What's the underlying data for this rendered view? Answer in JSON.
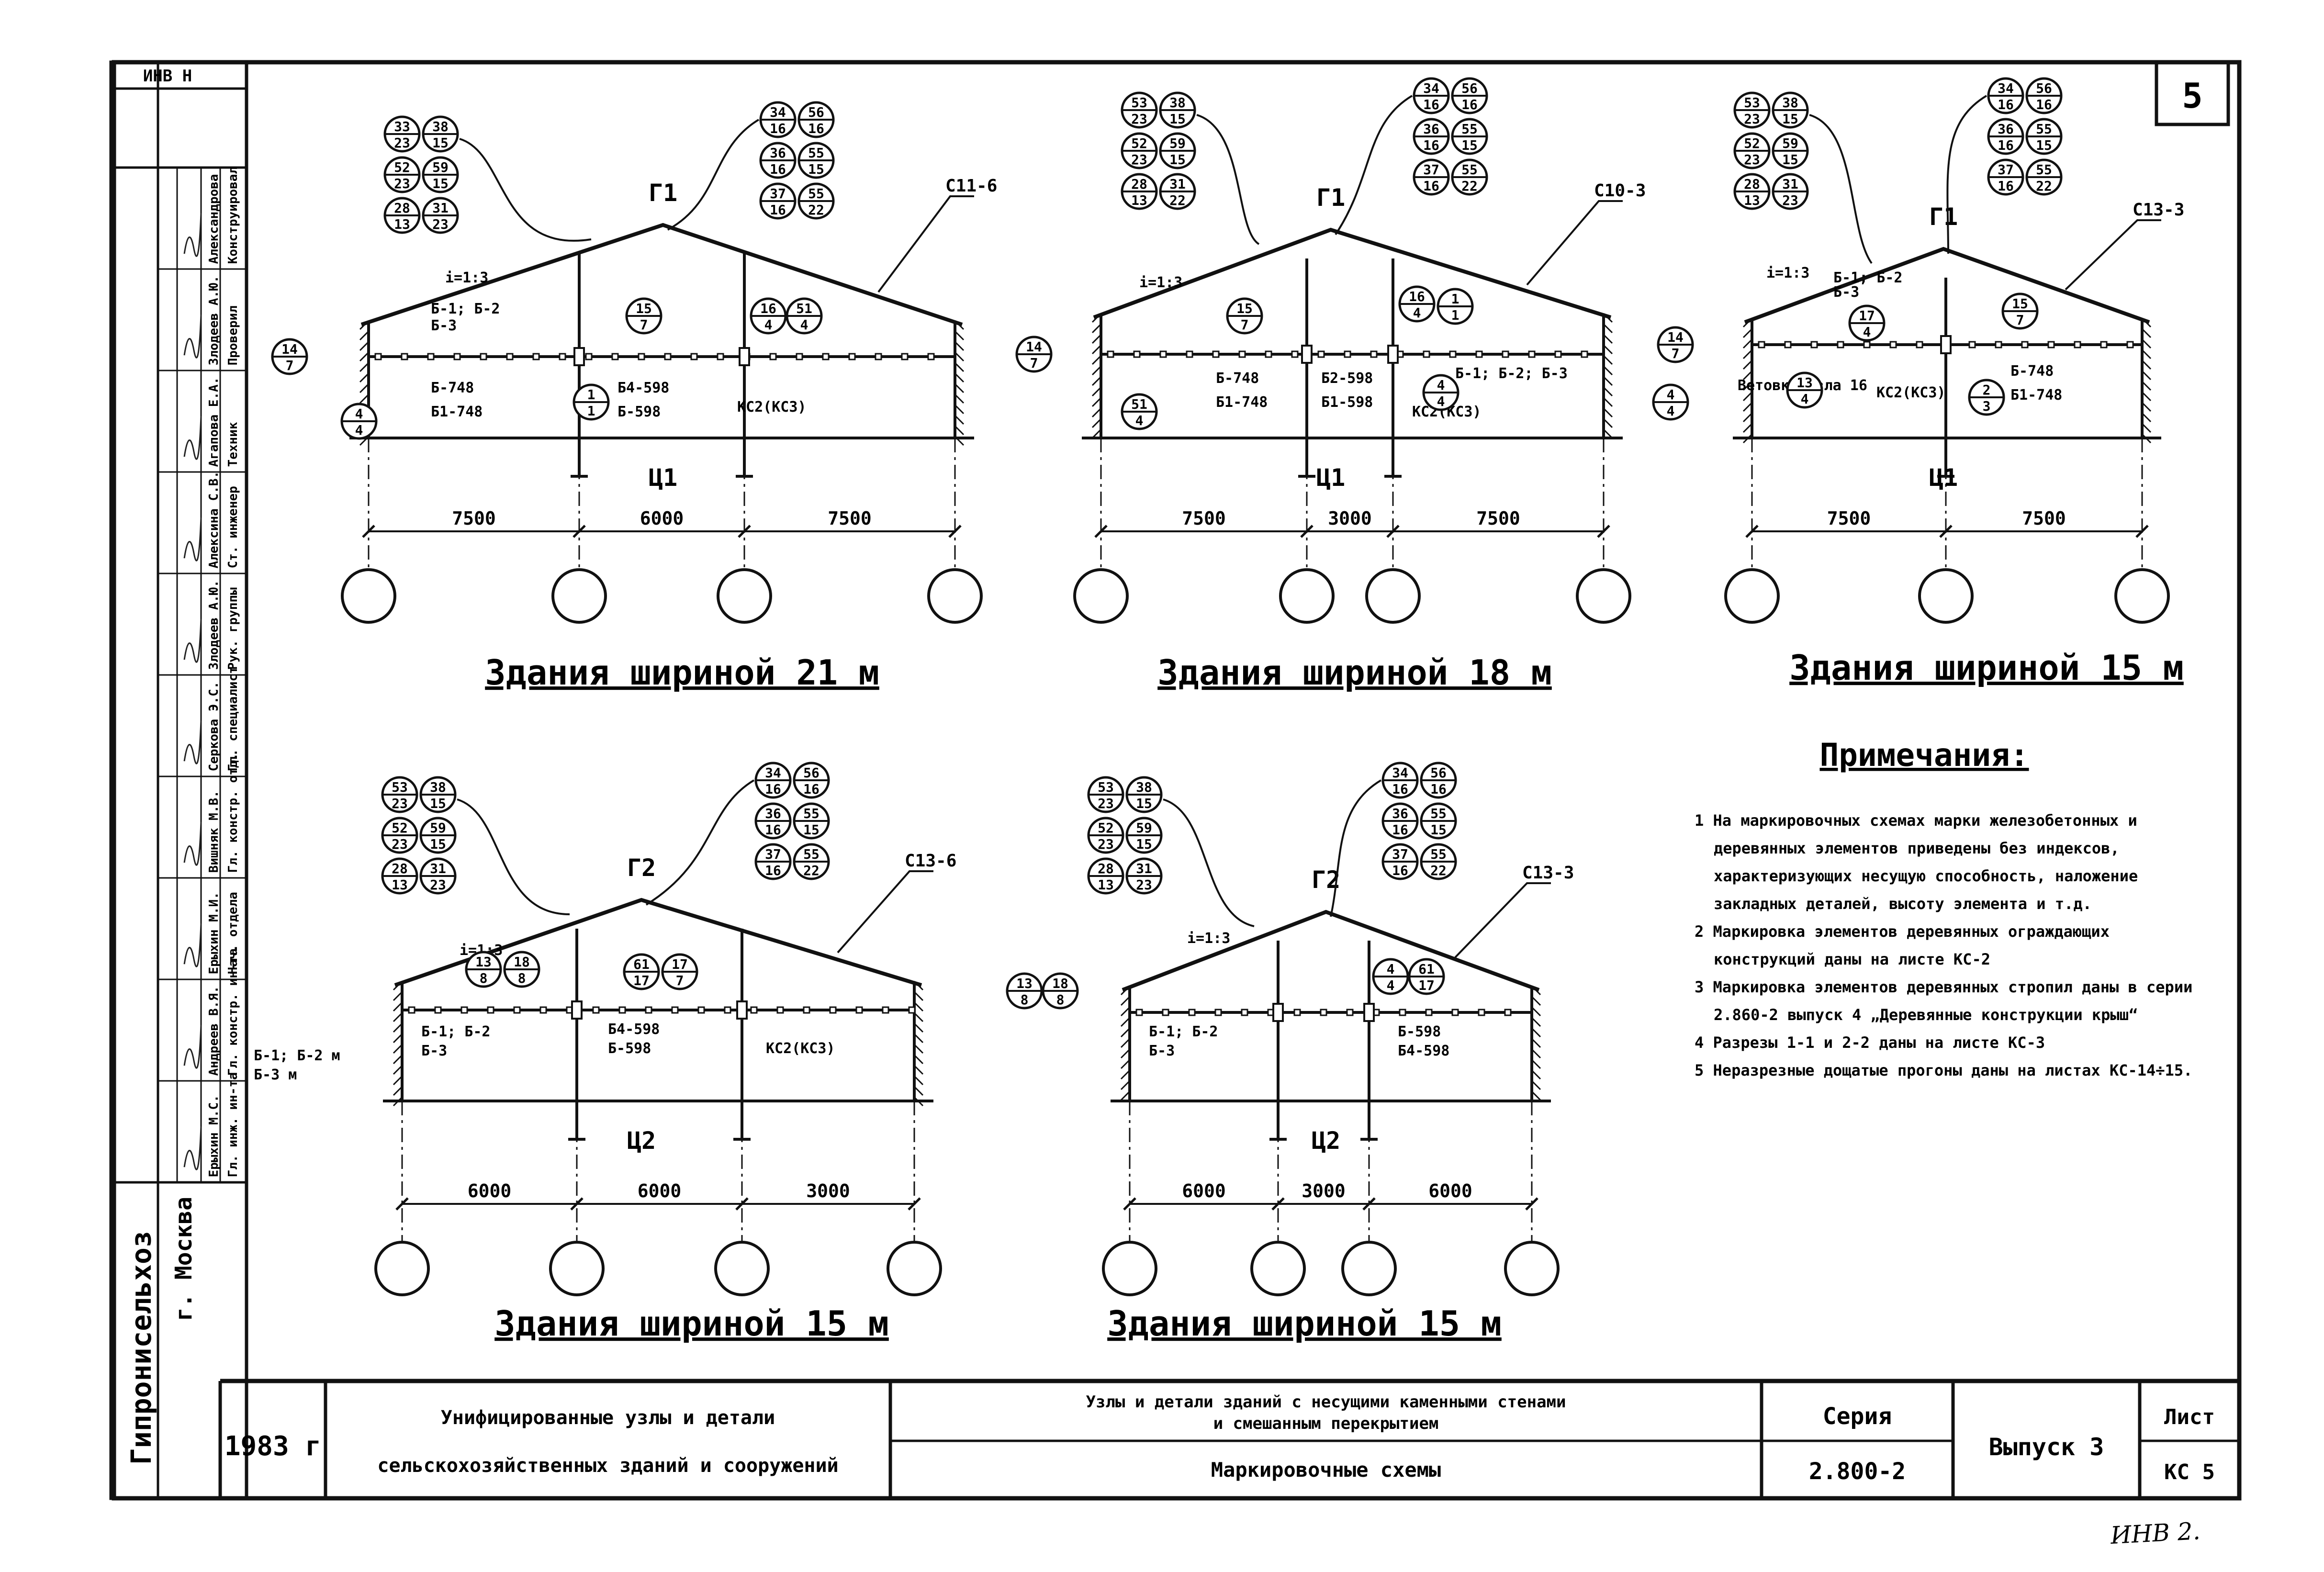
{
  "sheet": {
    "number": "5",
    "inv_label": "ИНВ Н",
    "handwritten": "ИНВ 2.",
    "org": "Гипронисельхоз",
    "city": "г. Москва",
    "year": "1983 г",
    "title_left_1": "Унифицированные узлы и детали",
    "title_left_2": "сельскохозяйственных зданий и сооружений",
    "title_mid_1": "Узлы и детали зданий с несущими каменными стенами",
    "title_mid_2": "и смешанным перекрытием",
    "title_mid_3": "Маркировочные схемы",
    "series_label": "Серия",
    "series_value": "2.800-2",
    "issue": "Выпуск 3",
    "list_label": "Лист",
    "list_value": "КС 5"
  },
  "stamp_roles": [
    "Гл. инж. ин-та",
    "Гл. констр. ин-та",
    "Нач. отдела",
    "Гл. констр. отд.",
    "Гл. специалист",
    "Рук. группы",
    "Ст. инженер",
    "Техник",
    "Проверил",
    "Конструировал"
  ],
  "stamp_names": [
    "Ерыхин М.С.",
    "Андреев В.Я.",
    "Ерыхин М.И.",
    "Вишняк М.В.",
    "Серкова Э.С.",
    "Злодеев А.Ю.",
    "Алексина С.В.",
    "Агапова Е.А.",
    "Злодеев А.Ю.",
    "Александрова"
  ],
  "diagrams": [
    {
      "title": "Здания шириной 21 м",
      "dims": [
        "7500",
        "6000",
        "7500"
      ],
      "section": "1",
      "roof_mark": "С11-6",
      "labels": [
        "Б-748",
        "Б1-748",
        "Б4-598",
        "Б-598",
        "КС2(КС3)",
        "i=1:3",
        "Б-1; Б-2",
        "Б-3"
      ],
      "callouts": [
        [
          "33",
          "23"
        ],
        [
          "38",
          "15"
        ],
        [
          "52",
          "23"
        ],
        [
          "59",
          "15"
        ],
        [
          "28",
          "13"
        ],
        [
          "31",
          "23"
        ],
        [
          "34",
          "16"
        ],
        [
          "56",
          "16"
        ],
        [
          "36",
          "16"
        ],
        [
          "55",
          "15"
        ],
        [
          "37",
          "16"
        ],
        [
          "55",
          "22"
        ],
        [
          "15",
          "7"
        ],
        [
          "16",
          "4"
        ],
        [
          "51",
          "4"
        ],
        [
          "14",
          "7"
        ],
        [
          "4",
          "4"
        ],
        [
          "1",
          "1"
        ]
      ]
    },
    {
      "title": "Здания шириной 18 м",
      "dims": [
        "7500",
        "3000",
        "7500"
      ],
      "section": "1",
      "roof_mark": "С10-3",
      "labels": [
        "Б-748",
        "Б1-748",
        "Б2-598",
        "Б1-598",
        "КС2(КС3)",
        "i=1:3",
        "Б-1; Б-2; Б-3"
      ],
      "callouts": [
        [
          "53",
          "23"
        ],
        [
          "38",
          "15"
        ],
        [
          "52",
          "23"
        ],
        [
          "59",
          "15"
        ],
        [
          "28",
          "13"
        ],
        [
          "31",
          "22"
        ],
        [
          "34",
          "16"
        ],
        [
          "56",
          "16"
        ],
        [
          "36",
          "16"
        ],
        [
          "55",
          "15"
        ],
        [
          "37",
          "16"
        ],
        [
          "55",
          "22"
        ],
        [
          "15",
          "7"
        ],
        [
          "16",
          "4"
        ],
        [
          "51",
          "4"
        ],
        [
          "14",
          "7"
        ],
        [
          "4",
          "4"
        ],
        [
          "1",
          "1"
        ]
      ]
    },
    {
      "title": "Здания шириной 15 м",
      "dims": [
        "7500",
        "7500"
      ],
      "section": "1",
      "roof_mark": "С13-3",
      "labels": [
        "Б-748",
        "Б1-748",
        "Б-1; Б-2",
        "Б-3",
        "i=1:3",
        "Ветовки узла 16",
        "КС2(КС3)"
      ],
      "callouts": [
        [
          "53",
          "23"
        ],
        [
          "38",
          "15"
        ],
        [
          "52",
          "23"
        ],
        [
          "59",
          "15"
        ],
        [
          "28",
          "13"
        ],
        [
          "31",
          "23"
        ],
        [
          "34",
          "16"
        ],
        [
          "56",
          "16"
        ],
        [
          "36",
          "16"
        ],
        [
          "55",
          "15"
        ],
        [
          "37",
          "16"
        ],
        [
          "55",
          "22"
        ],
        [
          "17",
          "4"
        ],
        [
          "15",
          "7"
        ],
        [
          "14",
          "7"
        ],
        [
          "4",
          "4"
        ],
        [
          "13",
          "4"
        ],
        [
          "2",
          "3"
        ]
      ]
    },
    {
      "title": "Здания шириной 15 м",
      "dims": [
        "6000",
        "6000",
        "3000"
      ],
      "section": "2",
      "roof_mark": "С13-6",
      "labels": [
        "Б-1; Б-2",
        "Б-3",
        "Б4-598",
        "Б-598",
        "КС2(КС3)",
        "i=1:3",
        "Б-1; Б-2 м",
        "Б-3 м"
      ],
      "callouts": [
        [
          "53",
          "23"
        ],
        [
          "38",
          "15"
        ],
        [
          "52",
          "23"
        ],
        [
          "59",
          "15"
        ],
        [
          "28",
          "13"
        ],
        [
          "31",
          "23"
        ],
        [
          "34",
          "16"
        ],
        [
          "56",
          "16"
        ],
        [
          "36",
          "16"
        ],
        [
          "55",
          "15"
        ],
        [
          "37",
          "16"
        ],
        [
          "55",
          "22"
        ],
        [
          "13",
          "8"
        ],
        [
          "18",
          "8"
        ],
        [
          "61",
          "17"
        ],
        [
          "17",
          "7"
        ]
      ]
    },
    {
      "title": "Здания шириной 15 м",
      "dims": [
        "6000",
        "3000",
        "6000"
      ],
      "section": "2",
      "roof_mark": "С13-3",
      "labels": [
        "Б-1; Б-2",
        "Б-3",
        "Б-598",
        "Б4-598",
        "i=1:3"
      ],
      "callouts": [
        [
          "53",
          "23"
        ],
        [
          "38",
          "15"
        ],
        [
          "52",
          "23"
        ],
        [
          "59",
          "15"
        ],
        [
          "28",
          "13"
        ],
        [
          "31",
          "23"
        ],
        [
          "34",
          "16"
        ],
        [
          "56",
          "16"
        ],
        [
          "36",
          "16"
        ],
        [
          "55",
          "15"
        ],
        [
          "37",
          "16"
        ],
        [
          "55",
          "22"
        ],
        [
          "13",
          "8"
        ],
        [
          "18",
          "8"
        ],
        [
          "4",
          "4"
        ],
        [
          "61",
          "17"
        ]
      ]
    }
  ],
  "notes_title": "Примечания:",
  "notes": [
    "1 На маркировочных схемах марки железобетонных и деревянных элементов приведены без индексов, характеризующих несущую способность, наложение закладных деталей, высоту элемента и т.д.",
    "2 Маркировка элементов деревянных ограждающих конструкций даны на листе КС-2",
    "3 Маркировка элементов деревянных стропил даны в серии 2.860-2 выпуск 4 „Деревянные конструкции крыш“",
    "4 Разрезы 1-1 и 2-2 даны на листе КС-3",
    "5 Неразрезные дощатые прогоны даны на листах КС-14÷15."
  ]
}
